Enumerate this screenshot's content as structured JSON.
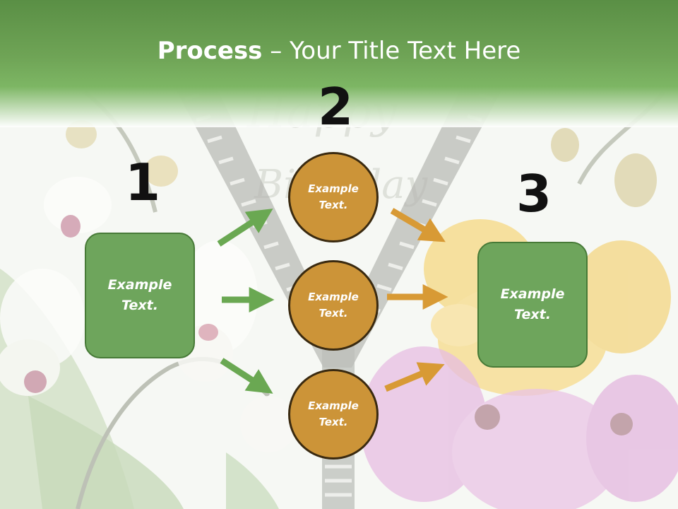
{
  "title": {
    "bold": "Process",
    "rest": " – Your Title Text Here"
  },
  "steps": [
    {
      "number": "1",
      "label": "Example\nText."
    },
    {
      "number": "2",
      "label": "Example\nText."
    },
    {
      "number": "3",
      "label": "Example\nText."
    }
  ],
  "circles": [
    {
      "label": "Example\nText."
    },
    {
      "label": "Example\nText."
    },
    {
      "label": "Example\nText."
    }
  ],
  "colors": {
    "header_green": "#6fa456",
    "box_fill": "#6ea55c",
    "circle_fill": "#cc9438",
    "arrow_green": "#6aa852",
    "arrow_gold": "#d89a35"
  }
}
